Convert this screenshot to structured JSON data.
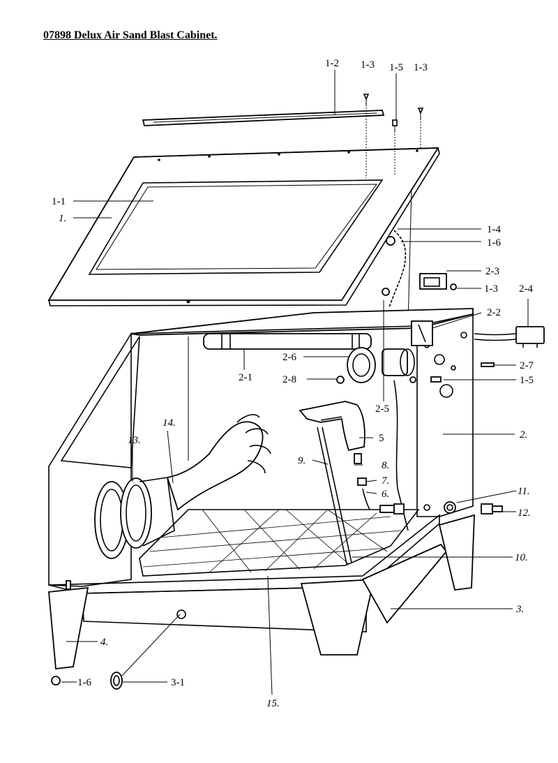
{
  "title": "07898 Delux Air Sand Blast Cabinet.",
  "callouts": {
    "c_1_2": "1-2",
    "c_1_3a": "1-3",
    "c_1_5a": "1-5",
    "c_1_3b": "1-3",
    "c_1_1": "1-1",
    "c_1": "1.",
    "c_1_4": "1-4",
    "c_1_6a": "1-6",
    "c_2_3": "2-3",
    "c_1_3c": "1-3",
    "c_2_4": "2-4",
    "c_2_2": "2-2",
    "c_2_6": "2-6",
    "c_2_7": "2-7",
    "c_2_1": "2-1",
    "c_2_8": "2-8",
    "c_1_5b": "1-5",
    "c_2_5": "2-5",
    "c_14": "14.",
    "c_13": "13.",
    "c_5": "5",
    "c_2": "2.",
    "c_9": "9.",
    "c_8": "8.",
    "c_7": "7.",
    "c_6": "6.",
    "c_11": "11.",
    "c_12": "12.",
    "c_10": "10.",
    "c_3": "3.",
    "c_4": "4.",
    "c_1_6b": "1-6",
    "c_3_1": "3-1",
    "c_15": "15."
  }
}
